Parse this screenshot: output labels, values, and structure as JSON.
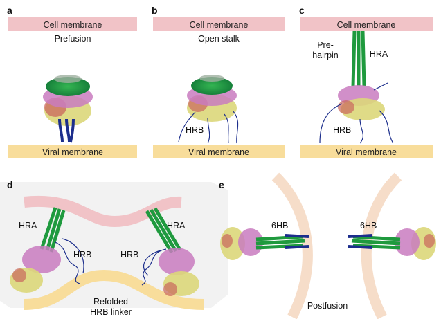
{
  "colors": {
    "cell_membrane": "#f1c3c7",
    "viral_membrane": "#f8dd9b",
    "hra_green": "#1f9a3e",
    "hrb_blue": "#1c2e8c",
    "head_magenta": "#c97bbf",
    "head_yellow": "#dcd77a",
    "head_red": "#c9675c",
    "postfusion_arc": "#f6ddc9"
  },
  "panels": {
    "a": {
      "letter": "a",
      "cell_membrane": "Cell membrane",
      "state": "Prefusion",
      "viral_membrane": "Viral membrane"
    },
    "b": {
      "letter": "b",
      "cell_membrane": "Cell membrane",
      "state": "Open stalk",
      "hrb": "HRB",
      "viral_membrane": "Viral membrane"
    },
    "c": {
      "letter": "c",
      "cell_membrane": "Cell membrane",
      "prehairpin_1": "Pre-",
      "prehairpin_2": "hairpin",
      "hra": "HRA",
      "hrb": "HRB",
      "viral_membrane": "Viral membrane"
    },
    "d": {
      "letter": "d",
      "hra_left": "HRA",
      "hra_right": "HRA",
      "hrb_left": "HRB",
      "hrb_right": "HRB",
      "refolded_1": "Refolded",
      "refolded_2": "HRB linker"
    },
    "e": {
      "letter": "e",
      "sixhb_left": "6HB",
      "sixhb_right": "6HB",
      "postfusion": "Postfusion"
    }
  }
}
